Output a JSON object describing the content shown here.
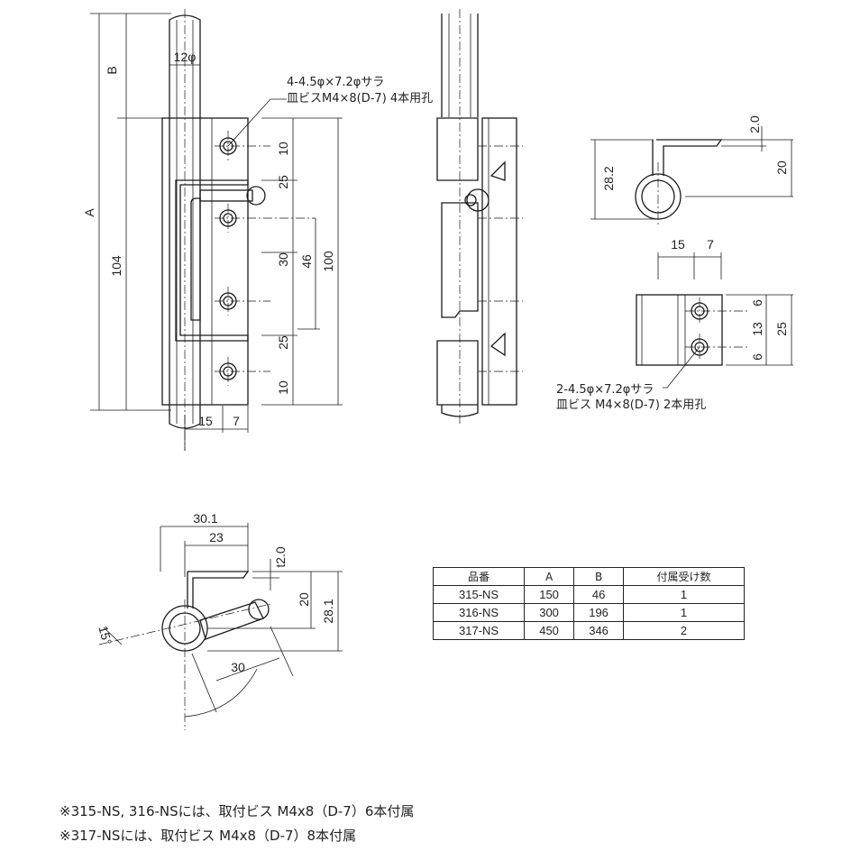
{
  "drawing": {
    "front_view": {
      "dim_b": "B",
      "dim_a": "A",
      "dim_104": "104",
      "pin_dia": "12φ",
      "hole_note_1": "4-4.5φ×7.2φサラ",
      "hole_note_2": "皿ビスM4×8(D-7) 4本用孔",
      "dim_10_top": "10",
      "dim_25_top": "25",
      "dim_30": "30",
      "dim_25_bottom": "25",
      "dim_10_bottom": "10",
      "dim_46": "46",
      "dim_100": "100",
      "dim_15": "15",
      "dim_7": "7"
    },
    "top_view_keeper": {
      "dim_2_0": "2.0",
      "dim_28_2": "28.2",
      "dim_20": "20"
    },
    "keeper_front": {
      "dim_15": "15",
      "dim_7": "7",
      "dim_6_top": "6",
      "dim_13": "13",
      "dim_6_bottom": "6",
      "dim_25": "25",
      "hole_note_1": "2-4.5φ×7.2φサラ",
      "hole_note_2": "皿ビス M4×8(D-7) 2本用孔"
    },
    "bottom_view": {
      "dim_30_1": "30.1",
      "dim_23": "23",
      "dim_t2_0": "t2.0",
      "dim_20": "20",
      "dim_28_1": "28.1",
      "dim_15deg": "15°",
      "dim_30": "30"
    }
  },
  "spec_table": {
    "headers": [
      "品番",
      "A",
      "B",
      "付属受け数"
    ],
    "rows": [
      [
        "315-NS",
        "150",
        "46",
        "1"
      ],
      [
        "316-NS",
        "300",
        "196",
        "1"
      ],
      [
        "317-NS",
        "450",
        "346",
        "2"
      ]
    ]
  },
  "footnotes": [
    "※315-NS, 316-NSには、取付ビス M4x8（D-7）6本付属",
    "※317-NSには、取付ビス M4x8（D-7）8本付属"
  ]
}
